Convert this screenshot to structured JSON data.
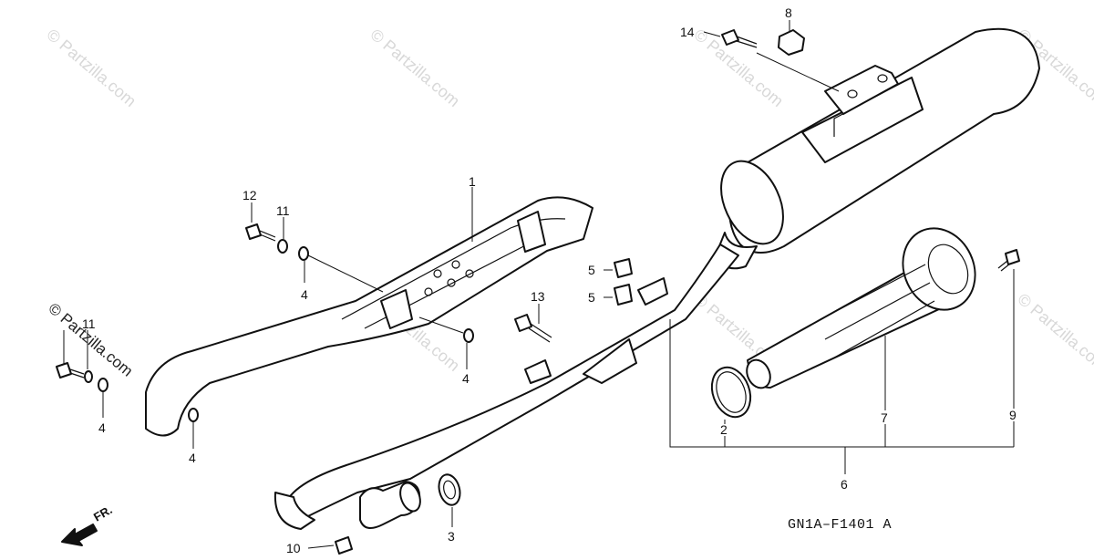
{
  "watermark": "© Partzilla.com",
  "diagram_code": "GN1A–F1401 A",
  "direction_label": "FR.",
  "callouts": {
    "c1": "1",
    "c2": "2",
    "c3": "3",
    "c4a": "4",
    "c4b": "4",
    "c4c": "4",
    "c4d": "4",
    "c5a": "5",
    "c5b": "5",
    "c6": "6",
    "c7": "7",
    "c8": "8",
    "c9": "9",
    "c10": "10",
    "c11": "11",
    "c12": "12",
    "c13": "13",
    "c14": "14",
    "c11b": "11"
  }
}
